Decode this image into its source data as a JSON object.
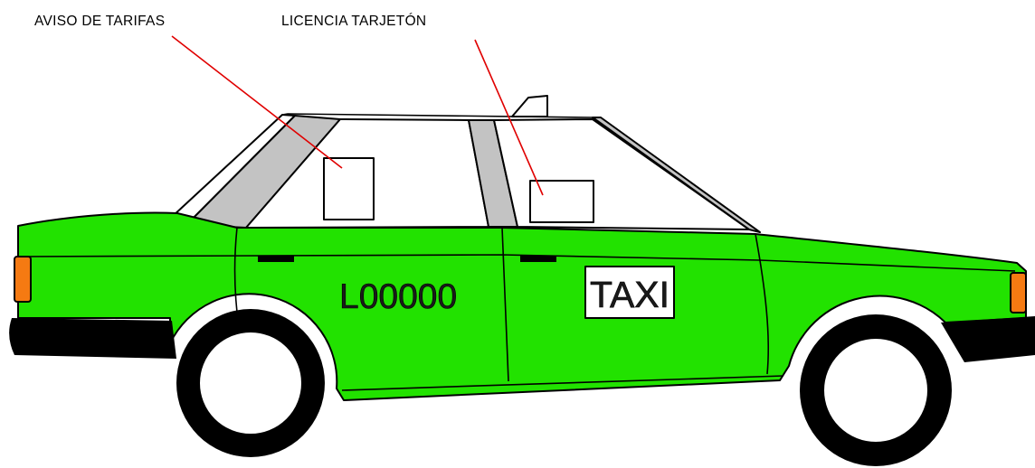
{
  "callouts": {
    "rate_notice": "AVISO DE TARIFAS",
    "license_card": "LICENCIA TARJETÓN"
  },
  "car": {
    "plate_number": "L00000",
    "taxi_sign": "TAXI"
  },
  "colors": {
    "body": "#22e200",
    "pillar": "#c3c3c3",
    "glass": "#ffffff",
    "light": "#f57a12",
    "bumper": "#000000",
    "tire": "#000000",
    "hubcap": "#ffffff",
    "callout_line": "#e00000"
  }
}
